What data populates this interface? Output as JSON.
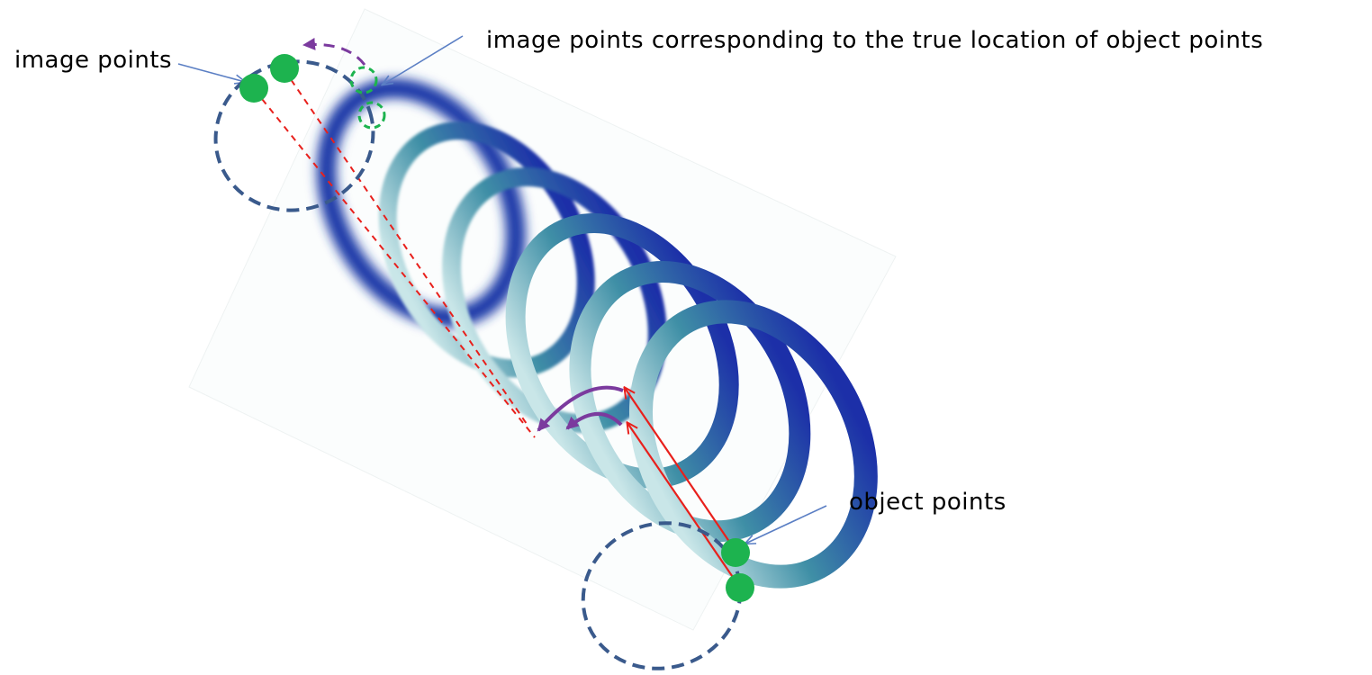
{
  "labels": {
    "image_points": "image points",
    "true_location": "image points corresponding to the true location of object points",
    "object_points": "object points"
  },
  "colors": {
    "ellipse": "#3a5a8c",
    "point_fill": "#1db34f",
    "ray": "#e8201c",
    "rotation_arrow": "#7b3a9e",
    "leader": "#5b7fc4",
    "spring_dark": "#1a2a9a",
    "spring_light": "#a8d4d8"
  }
}
